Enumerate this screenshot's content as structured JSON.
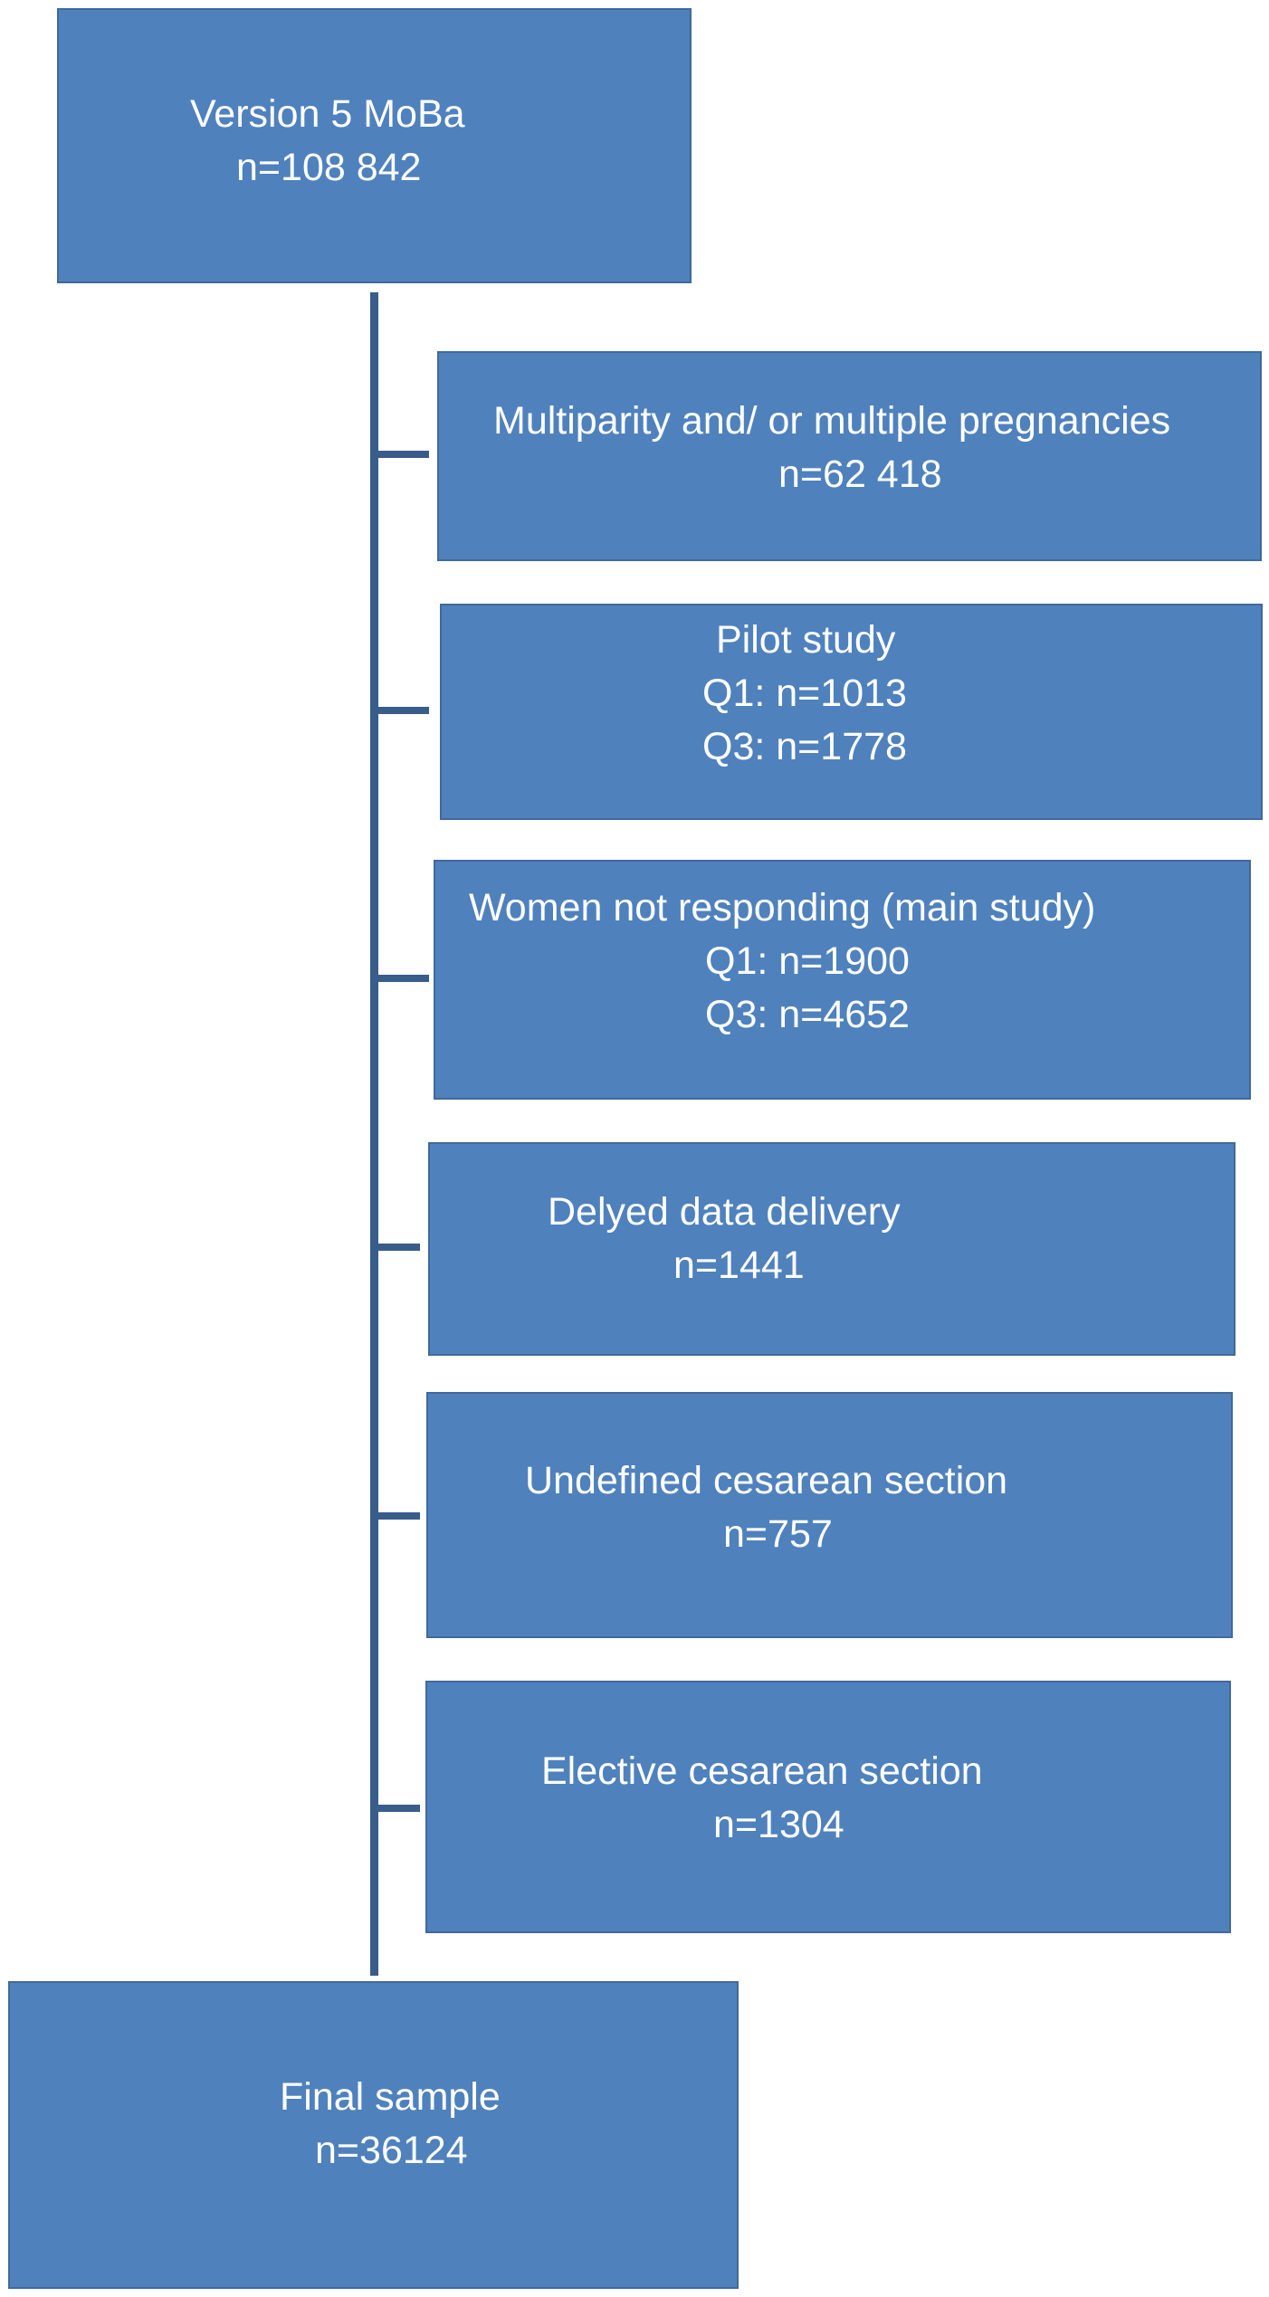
{
  "flowchart": {
    "source": {
      "lines": [
        "Version 5 MoBa",
        "n=108 842"
      ]
    },
    "exclusions": [
      {
        "lines": [
          "Multiparity and/ or multiple pregnancies",
          "n=62 418"
        ]
      },
      {
        "lines": [
          "Pilot study",
          "Q1: n=1013",
          "Q3: n=1778"
        ]
      },
      {
        "lines": [
          "Women not responding (main study)",
          "Q1: n=1900",
          "Q3: n=4652"
        ]
      },
      {
        "lines": [
          "Delyed data delivery",
          "n=1441"
        ]
      },
      {
        "lines": [
          "Undefined cesarean section",
          "n=757"
        ]
      },
      {
        "lines": [
          "Elective cesarean section",
          "n=1304"
        ]
      }
    ],
    "final": {
      "lines": [
        "Final sample",
        "n=36124"
      ]
    },
    "colors": {
      "box_fill": "#4f81bd",
      "box_border": "#41699b",
      "connector": "#385d8a",
      "text": "#ffffff"
    }
  }
}
